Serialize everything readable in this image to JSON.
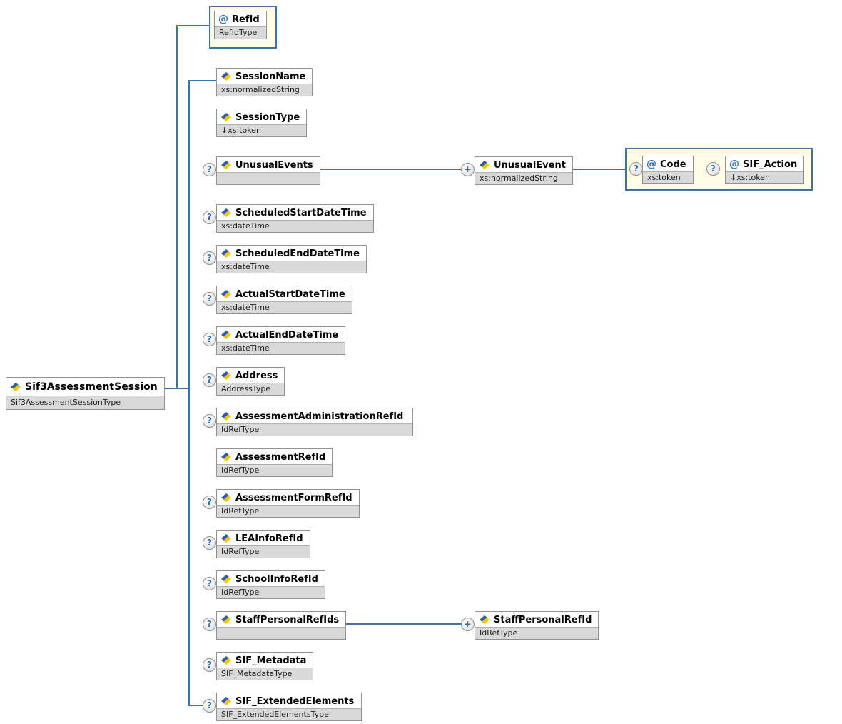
{
  "symbols": {
    "optional": "?",
    "repeat": "+",
    "attribute_marker": "@"
  },
  "colors": {
    "connector": "#41719e",
    "box_border": "#919191",
    "type_strip": "#d9d9d9",
    "attr_container_fill": "#fffbe6",
    "attr_container_border": "#41719e",
    "marker_blue": "#2f6fa8",
    "attribute_at_blue": "#2e6db4",
    "icon_blue": "#2d5da8",
    "icon_yellow": "#fdc40f"
  },
  "root": {
    "name": "Sif3AssessmentSession",
    "type": "Sif3AssessmentSessionType"
  },
  "root_attributes": [
    {
      "name": "RefId",
      "type": "RefIdType",
      "optional": false
    }
  ],
  "children": [
    {
      "name": "SessionName",
      "type": "xs:normalizedString",
      "optional": false
    },
    {
      "name": "SessionType",
      "type": "↓xs:token",
      "optional": false
    },
    {
      "name": "UnusualEvents",
      "type": "",
      "optional": true
    },
    {
      "name": "ScheduledStartDateTime",
      "type": "xs:dateTime",
      "optional": true
    },
    {
      "name": "ScheduledEndDateTime",
      "type": "xs:dateTime",
      "optional": true
    },
    {
      "name": "ActualStartDateTime",
      "type": "xs:dateTime",
      "optional": true
    },
    {
      "name": "ActualEndDateTime",
      "type": "xs:dateTime",
      "optional": true
    },
    {
      "name": "Address",
      "type": "AddressType",
      "optional": true
    },
    {
      "name": "AssessmentAdministrationRefId",
      "type": "IdRefType",
      "optional": true
    },
    {
      "name": "AssessmentRefId",
      "type": "IdRefType",
      "optional": false
    },
    {
      "name": "AssessmentFormRefId",
      "type": "IdRefType",
      "optional": true
    },
    {
      "name": "LEAInfoRefId",
      "type": "IdRefType",
      "optional": true
    },
    {
      "name": "SchoolInfoRefId",
      "type": "IdRefType",
      "optional": true
    },
    {
      "name": "StaffPersonalRefIds",
      "type": "",
      "optional": true
    },
    {
      "name": "SIF_Metadata",
      "type": "SIF_MetadataType",
      "optional": true
    },
    {
      "name": "SIF_ExtendedElements",
      "type": "SIF_ExtendedElementsType",
      "optional": true
    }
  ],
  "unusual_event": {
    "name": "UnusualEvent",
    "type": "xs:normalizedString",
    "repeat": true,
    "attributes": [
      {
        "name": "Code",
        "type": "xs:token",
        "optional": true
      },
      {
        "name": "SIF_Action",
        "type": "↓xs:token",
        "optional": true
      }
    ]
  },
  "staff_personal_refid": {
    "name": "StaffPersonalRefId",
    "type": "IdRefType",
    "repeat": true
  }
}
